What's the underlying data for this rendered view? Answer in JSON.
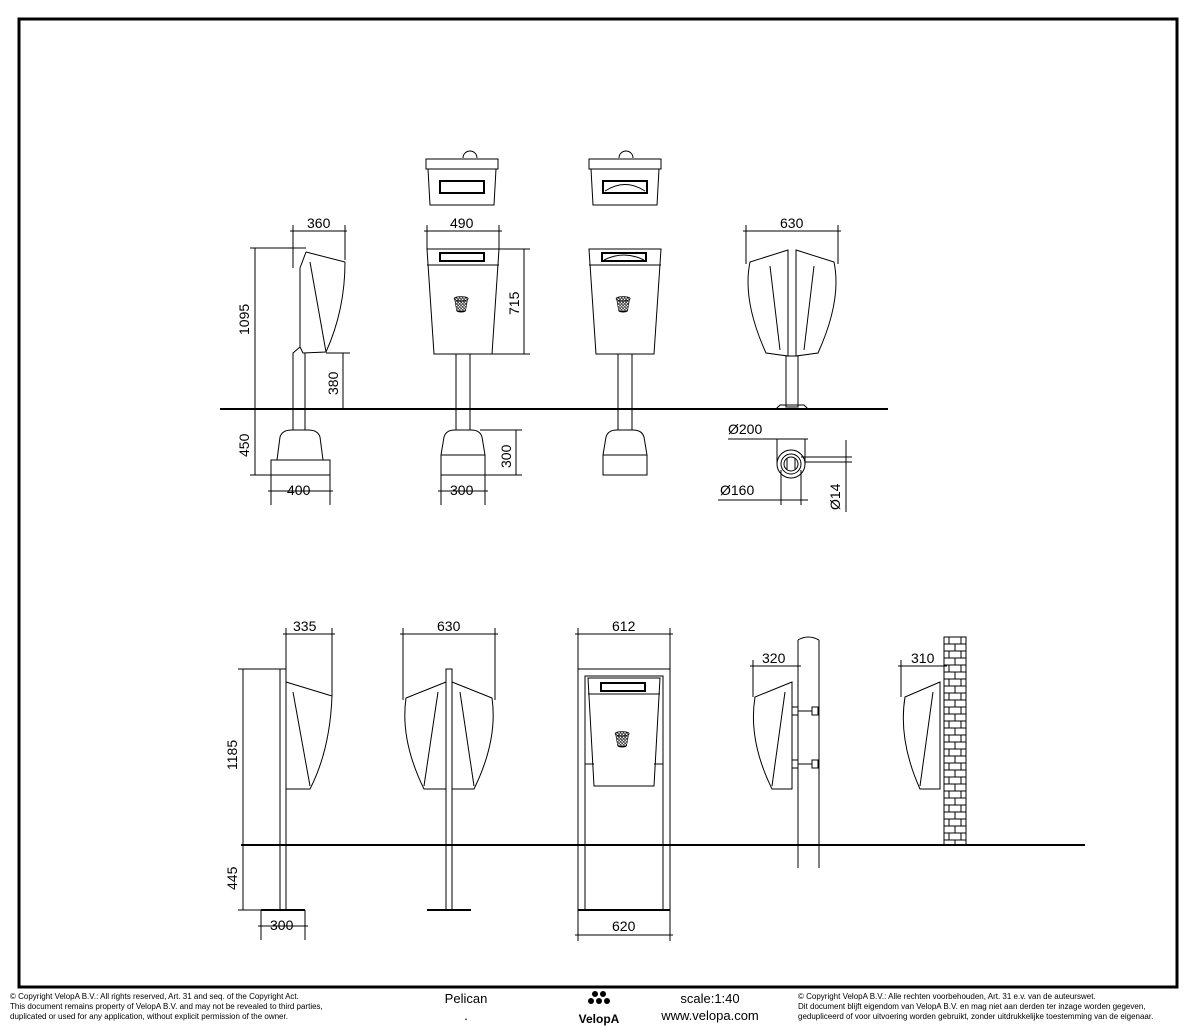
{
  "product": "Pelican",
  "product_sub": ".",
  "brand": "VelopA",
  "scale": "scale:1:40",
  "website": "www.velopa.com",
  "copyright_en": [
    "© Copyright VelopA B.V.: All rights reserved, Art. 31 and seq. of the Copyright Act.",
    "This document remains property of VelopA B.V. and may not be revealed to third parties,",
    "duplicated or used for any application, without explicit permission of the owner."
  ],
  "copyright_nl": [
    "© Copyright VelopA B.V.: Alle rechten voorbehouden, Art. 31 e.v. van de auteurswet.",
    "Dit document blijft eigendom van VelopA B.V. en mag niet aan derden ter inzage worden gegeven,",
    "gedupliceerd of voor uitvoering worden gebruikt, zonder uitdrukkelijke toestemming van de eigenaar."
  ],
  "dimensions": {
    "top_side_width": "360",
    "top_side_height": "1095",
    "top_side_clearance": "380",
    "top_side_base_depth": "450",
    "top_side_base_width": "400",
    "top_front_width": "490",
    "top_front_height": "715",
    "top_front_base_height": "300",
    "top_front_base_width": "300",
    "top_double_width": "630",
    "post_outer": "Ø200",
    "post_inner": "Ø160",
    "post_wall": "Ø14",
    "bottom_side_width": "335",
    "bottom_height": "1185",
    "bottom_depth": "445",
    "bottom_base_width": "300",
    "bottom_double_width": "630",
    "bottom_frame_width": "612",
    "bottom_frame_base": "620",
    "bottom_pole_width": "320",
    "bottom_wall_width": "310"
  }
}
